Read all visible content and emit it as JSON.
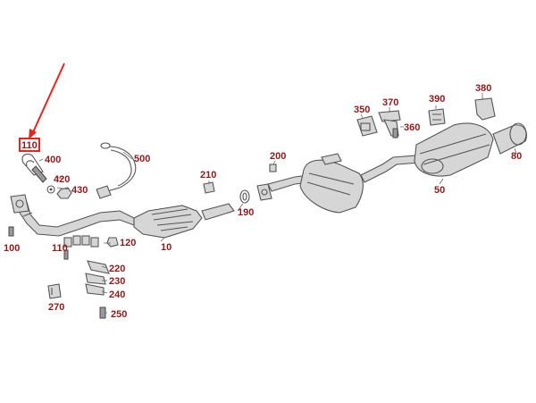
{
  "diagram": {
    "highlight": {
      "label": "110",
      "color": "#e8241e"
    },
    "callouts": [
      "110",
      "400",
      "420",
      "430",
      "500",
      "100",
      "210",
      "10",
      "190",
      "200",
      "110",
      "120",
      "220",
      "230",
      "240",
      "250",
      "270",
      "350",
      "370",
      "390",
      "380",
      "360",
      "50",
      "80"
    ]
  }
}
